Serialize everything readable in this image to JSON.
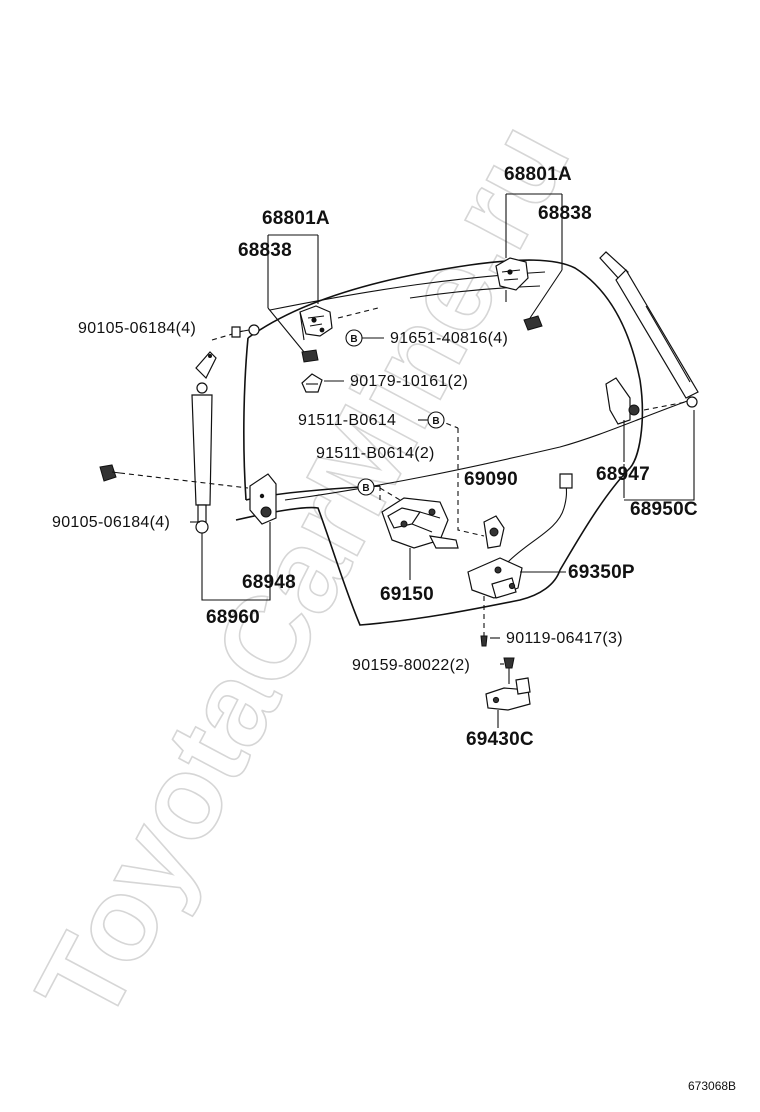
{
  "watermark": "ToyotaCarMine.ru",
  "diagram_code": "673068B",
  "badge_letter": "B",
  "labels": {
    "hinge_left": "68801A",
    "hinge_cover_left": "68838",
    "hinge_right": "68801A",
    "hinge_cover_right": "68838",
    "bolt_upper_left": "90105-06184(4)",
    "bolt_lower_left": "90105-06184(4)",
    "clip_b_top": "91651-40816(4)",
    "cushion": "90179-10161(2)",
    "screw_b_a": "91511-B0614",
    "screw_b_b": "91511-B0614(2)",
    "switch": "69090",
    "stay_bracket_right": "68947",
    "stay_right": "68950C",
    "lock_assy": "69350P",
    "stay_bracket_left": "68948",
    "stay_left": "68960",
    "motor": "69150",
    "screw_lower": "90119-06417(3)",
    "bolt_striker": "90159-80022(2)",
    "striker": "69430C"
  }
}
